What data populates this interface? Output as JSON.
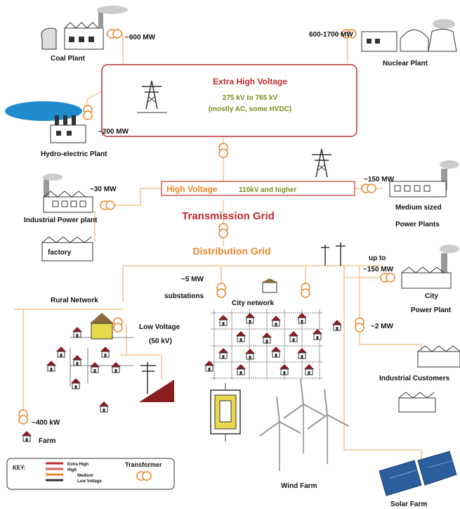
{
  "plants": {
    "coal": {
      "power": "~600 MW",
      "name": "Coal Plant"
    },
    "nuclear": {
      "power": "600-1700 MW",
      "name": "Nuclear Plant"
    },
    "hydro": {
      "power": "~200 MW",
      "name": "Hydro-electric Plant"
    },
    "industrial": {
      "power": "~30 MW",
      "name": "Industrial Power plant"
    },
    "medium": {
      "power": "~150 MW",
      "name_line1": "Medium sized",
      "name_line2": "Power Plants"
    },
    "city": {
      "power_line1": "up to",
      "power_line2": "~150 MW",
      "name_line1": "City",
      "name_line2": "Power Plant"
    }
  },
  "ehv": {
    "title": "Extra High Voltage",
    "range": "275 kV to 765 kV",
    "note": "(mostly AC, some HVDC)"
  },
  "hv": {
    "title": "High Voltage",
    "note": "110kV and higher"
  },
  "grids": {
    "transmission": "Transmission Grid",
    "distribution": "Distribution Grid"
  },
  "factory": "factory",
  "substations": {
    "power": "~5 MW",
    "name": "substations"
  },
  "city_network": "City network",
  "rural_network": "Rural Network",
  "low_voltage": {
    "line1": "Low Voltage",
    "line2": "(50 kV)"
  },
  "industrial_customers": {
    "power": "~2 MW",
    "name": "Industrial Customers"
  },
  "farm": {
    "power": "~400 kW",
    "name": "Farm"
  },
  "wind_farm": "Wind Farm",
  "solar_farm": "Solar Farm",
  "key": {
    "title": "KEY:",
    "items": [
      "Extra High",
      "High",
      "Medium",
      "Low Voltage"
    ],
    "transformer": "Transformer"
  },
  "colors": {
    "extra_high": "#c0282d",
    "high": "#e05a5a",
    "medium": "#e8862a",
    "low": "#333333",
    "line": "#f0c890"
  }
}
